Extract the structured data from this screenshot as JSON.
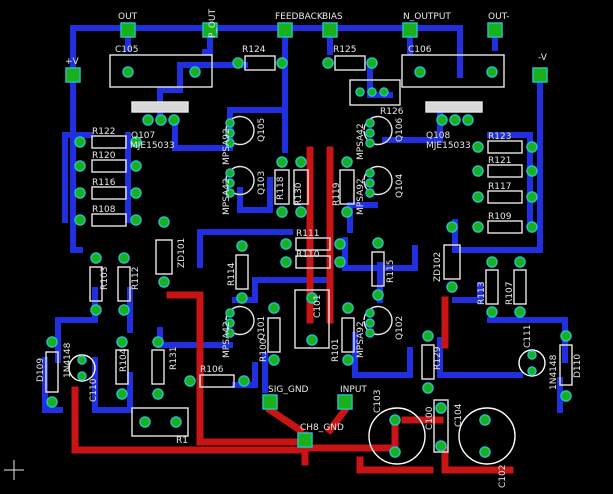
{
  "app": {
    "title": "PCB amplifier board layout"
  },
  "colors": {
    "background": "#000000",
    "bottom_trace": "#2030e0",
    "top_trace": "#c81414",
    "silkscreen": "#e8e8e8",
    "pad": "#1ab01a",
    "via": "#20c0c0",
    "part_body": "#d8d8d8",
    "capacitor_outline": "#ffffff"
  },
  "connectors": {
    "out": "OUT",
    "p_out": "P_OUT",
    "feedback": "FEEDBACK",
    "bias": "BIAS",
    "n_output": "N_OUTPUT",
    "out_minus": "OUT-",
    "plus_v": "+V",
    "minus_v": "-V",
    "sig_gnd": "SIG_GND",
    "input": "INPUT",
    "ch8_gnd": "CH8_GND"
  },
  "refs": {
    "C105": "C105",
    "C106": "C106",
    "R124": "R124",
    "R125": "R125",
    "R126": "R126",
    "Q105": "Q105",
    "Q106": "Q106",
    "Q107": "Q107",
    "Q108": "Q108",
    "MJE_left": "MJE15033",
    "MJE_right": "MJE15033",
    "R122": "R122",
    "R120": "R120",
    "R116": "R116",
    "R108": "R108",
    "R123": "R123",
    "R121": "R121",
    "R117": "R117",
    "R109": "R109",
    "MPSA92_a": "MPSA92",
    "MPSA42_a": "MPSA42",
    "MPSA42_b": "MPSA42",
    "MPSA92_b": "MPSA92",
    "MPSA42_c": "MPSA42",
    "MPSA92_c": "MPSA92",
    "Q103": "Q103",
    "Q104": "Q104",
    "Q101": "Q101",
    "Q102": "Q102",
    "R118": "R118",
    "R130": "R130",
    "R119": "R119",
    "R111": "R111",
    "R110": "R110",
    "R114": "R114",
    "R115": "R115",
    "ZD101": "ZD101",
    "ZD102": "ZD102",
    "R103": "R103",
    "R112": "R112",
    "R113": "R113",
    "R107": "R107",
    "R100": "R100",
    "R101": "R101",
    "C101": "C101",
    "D109": "D109",
    "D110": "D110",
    "N4148_a": "1N4148",
    "N4148_b": "1N4148",
    "C110": "C110",
    "C111": "C111",
    "R104": "R104",
    "R131": "R131",
    "R106": "R106",
    "R1": "R1",
    "R129": "R129",
    "C103": "C103",
    "C100": "C100",
    "C104": "C104",
    "C102": "C102"
  }
}
